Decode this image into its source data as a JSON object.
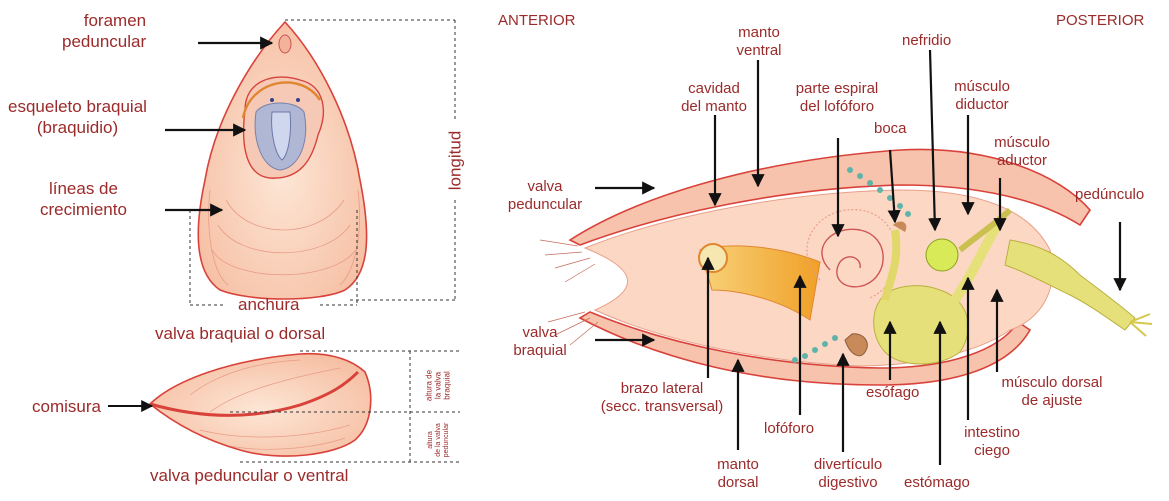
{
  "left": {
    "foramen": [
      "foramen",
      "peduncular"
    ],
    "esqueleto": [
      "esqueleto braquial",
      "(braquidio)"
    ],
    "lineas": [
      "líneas de",
      "crecimiento"
    ],
    "longitud": "longitud",
    "anchura": "anchura",
    "valva_braquial": "valva braquial o dorsal",
    "valva_peduncular": "valva peduncular o ventral",
    "comisura": "comisura",
    "altura_braquial": [
      "altura de",
      "la valva",
      "braquial"
    ],
    "altura_peduncular": [
      "altura",
      "de la valva",
      "peduncular"
    ]
  },
  "right": {
    "anterior": "ANTERIOR",
    "posterior": "POSTERIOR",
    "manto_ventral": [
      "manto",
      "ventral"
    ],
    "cavidad": [
      "cavidad",
      "del manto"
    ],
    "parte_espiral": [
      "parte espiral",
      "del lofóforo"
    ],
    "nefridio": "nefridio",
    "musculo_diductor": [
      "músculo",
      "diductor"
    ],
    "boca": "boca",
    "musculo_aductor": [
      "músculo",
      "aductor"
    ],
    "valva_peduncular": [
      "valva",
      "peduncular"
    ],
    "pedunculo": "pedúnculo",
    "valva_braquial": [
      "valva",
      "braquial"
    ],
    "brazo_lateral": [
      "brazo lateral",
      "(secc. transversal)"
    ],
    "lofoforo": "lofóforo",
    "esofago": "esófago",
    "musculo_dorsal": [
      "músculo dorsal",
      "de ajuste"
    ],
    "intestino": [
      "intestino",
      "ciego"
    ],
    "manto_dorsal": [
      "manto",
      "dorsal"
    ],
    "diverticulo": [
      "divertículo",
      "digestivo"
    ],
    "estomago": "estómago"
  },
  "colors": {
    "label": "#9b2a2a",
    "shell_outline": "#d9423a",
    "shell_fill": "#fbd9c4",
    "organ_yellow": "#e6e07a",
    "lophophore_orange": "#f2a23a",
    "cilia_teal": "#5fb3a9"
  }
}
